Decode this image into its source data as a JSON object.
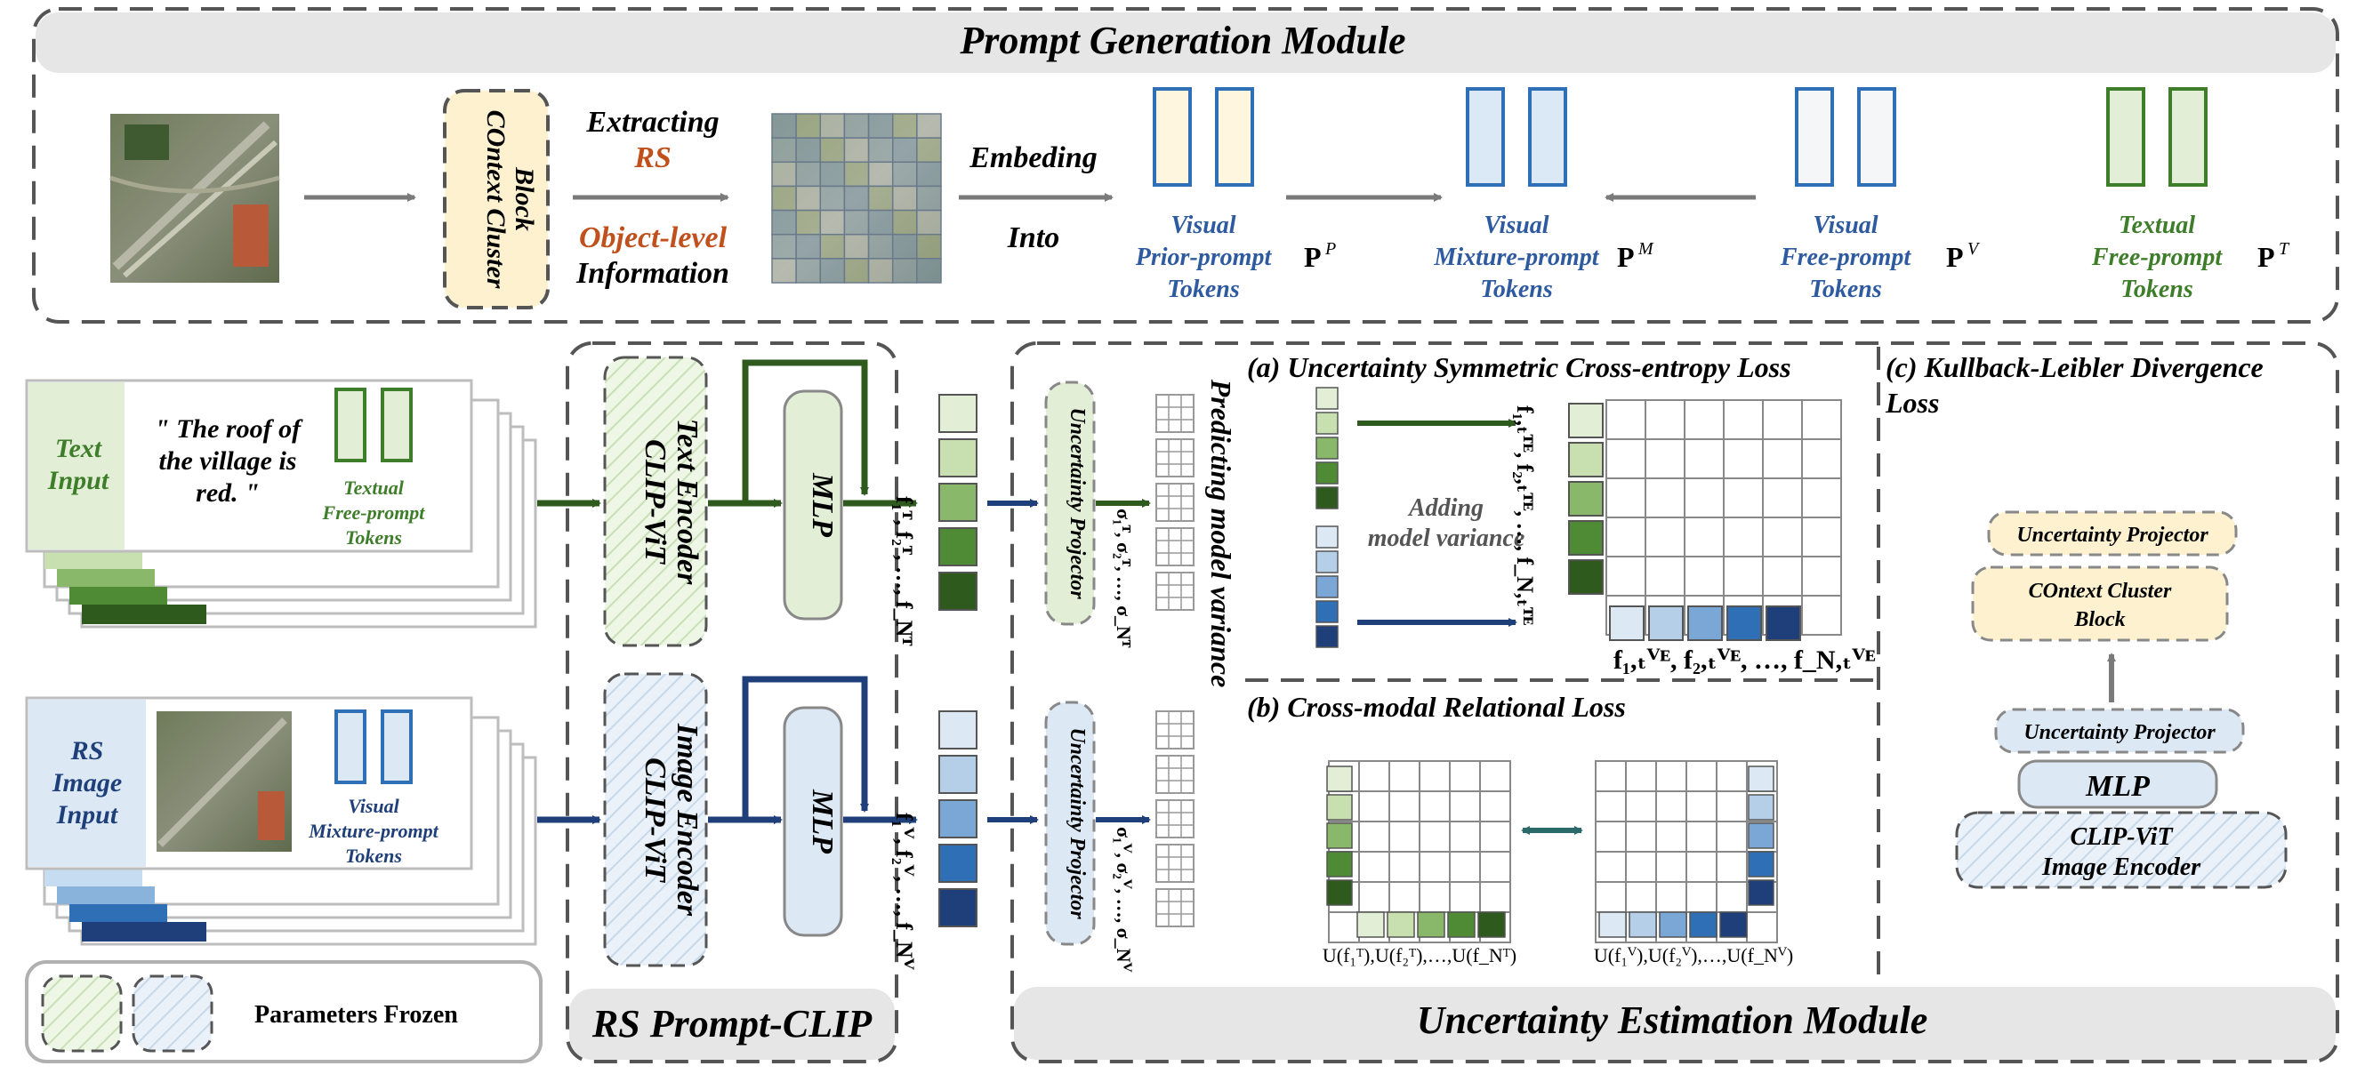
{
  "pgm": {
    "title": "Prompt Generation Module",
    "context_block": [
      "COntext Cluster",
      "Block"
    ],
    "extracting": "Extracting",
    "rs": "RS",
    "object_level": "Object-level",
    "information": "Information",
    "embeding": "Embeding",
    "into": "Into",
    "tokens": [
      {
        "lines": [
          "Visual",
          "Prior-prompt",
          "Tokens"
        ],
        "symbol": "P",
        "sup": "P"
      },
      {
        "lines": [
          "Visual",
          "Mixture-prompt",
          "Tokens"
        ],
        "symbol": "P",
        "sup": "M"
      },
      {
        "lines": [
          "Visual",
          "Free-prompt",
          "Tokens"
        ],
        "symbol": "P",
        "sup": "V"
      },
      {
        "lines": [
          "Textual",
          "Free-prompt",
          "Tokens"
        ],
        "symbol": "P",
        "sup": "T"
      }
    ]
  },
  "text_input": {
    "label": [
      "Text",
      "Input"
    ],
    "caption": [
      "\" The roof of",
      "the village is",
      "red. \""
    ],
    "tokens": [
      "Textual",
      "Free-prompt",
      "Tokens"
    ]
  },
  "image_input": {
    "label": [
      "RS",
      "Image",
      "Input"
    ],
    "tokens": [
      "Visual",
      "Mixture-prompt",
      "Tokens"
    ]
  },
  "legend": {
    "label": "Parameters Frozen"
  },
  "rs_prompt_clip": {
    "title": "RS Prompt-CLIP",
    "text_encoder": [
      "CLIP-ViT",
      "Text Encoder"
    ],
    "image_encoder": [
      "CLIP-ViT",
      "Image Encoder"
    ],
    "mlp": "MLP",
    "text_feats": "f₁ᵀ, f₂ᵀ, …, f_Nᵀ",
    "image_feats": "f₁ⱽ, f₂ⱽ, …, f_Nⱽ"
  },
  "uem": {
    "title": "Uncertainty Estimation Module",
    "projector": "Uncertainty Projector",
    "predicting": "Predicting model variance",
    "sigma_t": "σ₁ᵀ, σ₂ᵀ, …, σ_Nᵀ",
    "sigma_v": "σ₁ⱽ, σ₂ⱽ, …, σ_Nⱽ",
    "a_title": "(a) Uncertainty Symmetric Cross-entropy  Loss",
    "adding": [
      "Adding",
      "model variance"
    ],
    "fte": "f₁,ₜᵀᴱ, f₂,ₜᵀᴱ, …, f_N,ₜᵀᴱ",
    "fve": "f₁,ₜⱽᴱ, f₂,ₜⱽᴱ, …, f_N,ₜⱽᴱ",
    "b_title": "(b) Cross-modal Relational Loss",
    "u_text": "U(f₁ᵀ),U(f₂ᵀ),…,U(f_Nᵀ)",
    "u_vis": "U(f₁ⱽ),U(f₂ⱽ),…,U(f_Nⱽ)",
    "c_title": [
      "(c) Kullback-Leibler Divergence",
      "Loss"
    ],
    "c_stack": {
      "proj_top": "Uncertainty Projector",
      "cc_block": [
        "COntext Cluster",
        "Block"
      ],
      "proj_bottom": "Uncertainty Projector",
      "mlp": "MLP",
      "encoder": [
        "CLIP-ViT",
        "Image Encoder"
      ]
    }
  },
  "colors": {
    "green_dark": "#2f5a1e",
    "green": "#3e7d2a",
    "blue_dark": "#1f3f7a",
    "blue": "#2e6fb5",
    "orange": "#c0501c",
    "yellow_fill": "#fdf1d0",
    "gray_border": "#555555"
  }
}
